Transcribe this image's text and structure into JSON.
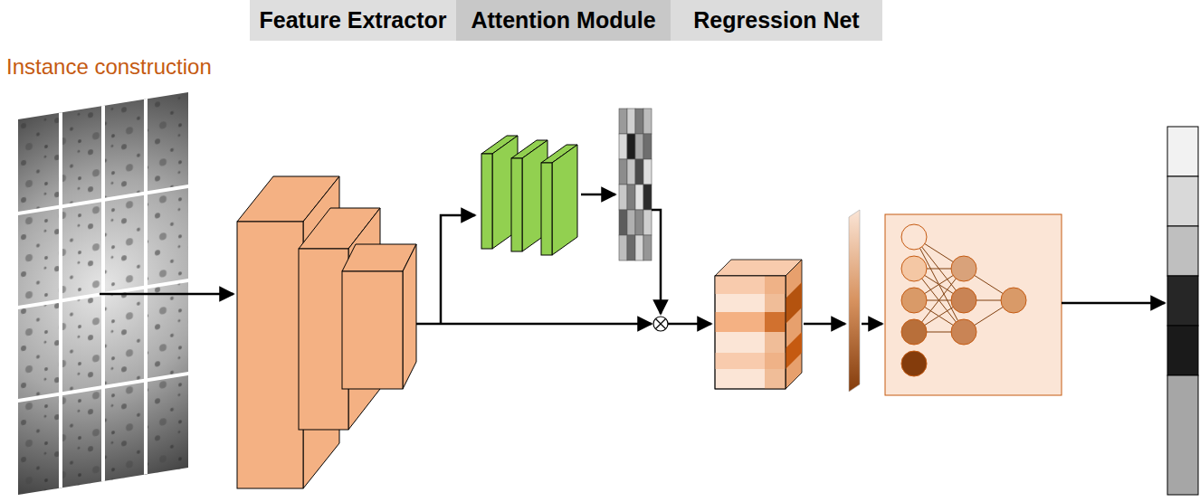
{
  "diagram": {
    "nodes": [
      {
        "text": [
          "Feature Extractor"
        ]
      },
      {
        "text": [
          "Attention Module"
        ]
      },
      {
        "text": [
          "Regression Net"
        ]
      }
    ],
    "labels": [
      "Instance construction"
    ]
  }
}
